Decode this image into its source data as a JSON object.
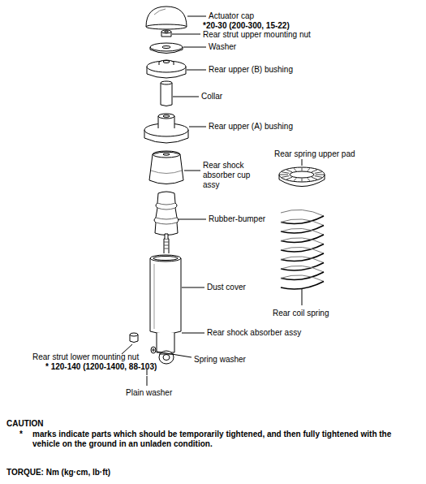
{
  "diagram": {
    "labels": [
      "Actuator cap",
      "*20-30  (200-300,  15-22)",
      "Rear strut upper mounting nut",
      "Washer",
      "Rear upper (B) bushing",
      "Collar",
      "Rear upper (A) bushing",
      "Rear spring upper pad",
      "Rear shock absorber cup assy",
      "Rubber-bumper",
      "Dust cover",
      "Rear coil spring",
      "Rear shock absorber assy",
      "Rear strut lower mounting nut",
      "* 120-140  (1200-1400,  88-103)",
      "Spring washer",
      "Plain washer",
      "CAUTION",
      "*",
      "marks indicate parts which should be temporarily tightened, and then fully tightened with the vehicle on the ground in an unladen condition.",
      "TORQUE:  Nm  (kg·cm,  lb·ft)"
    ]
  }
}
